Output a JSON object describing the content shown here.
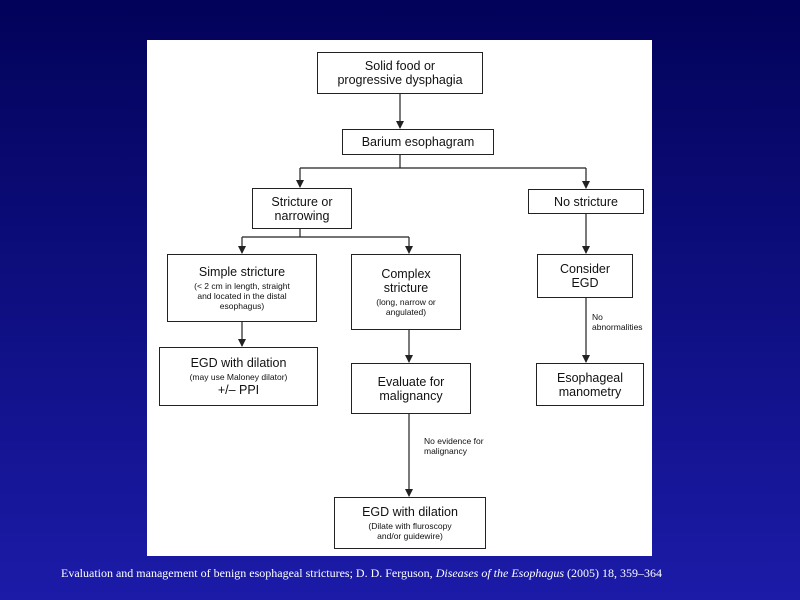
{
  "flowchart": {
    "solid_food": {
      "line1": "Solid food or",
      "line2": "progressive dysphagia"
    },
    "barium": {
      "label": "Barium esophagram"
    },
    "stricture": {
      "line1": "Stricture or",
      "line2": "narrowing"
    },
    "no_stricture": {
      "label": "No stricture"
    },
    "simple": {
      "title": "Simple stricture",
      "detail1": "(< 2 cm in length, straight",
      "detail2": "and located in the distal",
      "detail3": "esophagus)"
    },
    "complex": {
      "line1": "Complex",
      "line2": "stricture",
      "detail1": "(long, narrow or",
      "detail2": "angulated)"
    },
    "consider_egd": {
      "line1": "Consider",
      "line2": "EGD"
    },
    "egd_dilation_left": {
      "title": "EGD with dilation",
      "detail": "(may use Maloney dilator)",
      "extra": "+/– PPI"
    },
    "evaluate": {
      "line1": "Evaluate for",
      "line2": "malignancy"
    },
    "manometry": {
      "line1": "Esophageal",
      "line2": "manometry"
    },
    "egd_dilation_bottom": {
      "title": "EGD with dilation",
      "detail1": "(Dilate with fluroscopy",
      "detail2": "and/or guidewire)"
    },
    "labels": {
      "no_abnormalities_1": "No",
      "no_abnormalities_2": "abnormalities",
      "no_evidence_1": "No evidence for",
      "no_evidence_2": "malignancy"
    }
  },
  "caption": {
    "text_before": "Evaluation and management of benign esophageal strictures; D. D. Ferguson, ",
    "journal": "Diseases of the Esophagus",
    "text_after": " (2005) 18, 359–364"
  }
}
